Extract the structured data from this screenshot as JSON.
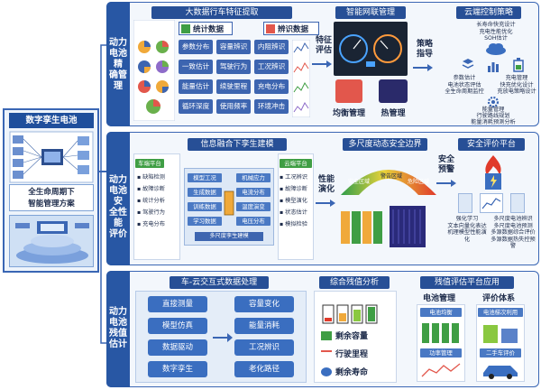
{
  "left": {
    "digital_twin": "数字孪生电池",
    "lifecycle": [
      "全生命周期下",
      "智能管理方案"
    ]
  },
  "row1": {
    "label": [
      "动力",
      "电池精",
      "确管理"
    ],
    "bigdata_title": "大数据行车特征提取",
    "stat_btn": "统计数据",
    "identify_btn": "辨识数据",
    "grid": [
      [
        "参数分布",
        "容量辨识",
        "内阻辨识"
      ],
      [
        "一致估计",
        "驾驶行为",
        "工况辨识"
      ],
      [
        "能量估计",
        "续驶里程",
        "充电分布"
      ],
      [
        "循环深度",
        "使用频率",
        "环境冲击"
      ]
    ],
    "feature_eval": [
      "特征",
      "评估"
    ],
    "smart_title": "智能网联管理",
    "balance": "均衡管理",
    "thermal": "热管理",
    "strategy_guide": [
      "策略",
      "指导"
    ],
    "cloud_title": "云端控制策略",
    "cloud_top": [
      "长寿命快充设计",
      "充电性能优化",
      "SOH估计"
    ],
    "cloud_left": [
      "参数估计",
      "电池状态评估",
      "全生命周期监控"
    ],
    "cloud_right": [
      "充电管理",
      "快充优化设计",
      "充放电策略设计"
    ],
    "cloud_bottom": [
      "能量管理",
      "行驶路线规划",
      "能量消耗预测分析"
    ]
  },
  "row2": {
    "label": [
      "动力",
      "电池安",
      "全性能",
      "评价"
    ],
    "fusion_title": "信息融合下孪生建模",
    "car_platform": "车端平台",
    "cloud_platform": "云端平台",
    "car_items": [
      "缺陷检测",
      "故障诊断",
      "统计分析",
      "驾驶行为",
      "充电分布"
    ],
    "mid_left": [
      "模型工况",
      "生成数据",
      "训练数据",
      "学习数据"
    ],
    "mid_right": [
      "机械应力",
      "电流分布",
      "温度演变",
      "电压分布"
    ],
    "cloud_items": [
      "工况辨识",
      "故障诊断",
      "模型演化",
      "状态估计",
      "模拟检验"
    ],
    "multi_model": "多尺度孪生建模",
    "performance_evo": [
      "性能",
      "演化"
    ],
    "multiscale_title": "多尺度动态安全边界",
    "safe_zone": "安全区域",
    "warn_zone": "警告区域",
    "danger_zone": "危险区域",
    "safety_warning": [
      "安全",
      "预警"
    ],
    "safety_title": "安全评价平台",
    "safety_notes": [
      "强化学习",
      "文本向量化表达",
      "机理模型性能演化",
      "多尺度电池辨识",
      "多尺度电池预测",
      "多源数据综合评价",
      "多源数据热失控预警"
    ]
  },
  "row3": {
    "label": [
      "动力",
      "电池",
      "残值",
      "估计"
    ],
    "cloud_title": "车-云交互式数据处理",
    "left_pills": [
      "直接测量",
      "模型仿真",
      "数据驱动",
      "数字孪生"
    ],
    "right_pills": [
      "容量变化",
      "能量消耗",
      "工况辨识",
      "老化路径"
    ],
    "residual_title": "综合残值分析",
    "residual_items": [
      "剩余容量",
      "行驶里程",
      "剩余寿命"
    ],
    "app_title": "残值评估平台应用",
    "mgmt": "电池管理",
    "eval_sys": "评价体系",
    "mgmt_tags": [
      "电池均衡",
      "功率管理"
    ],
    "eval_tags": [
      "电池梯次利用",
      "二手车评价"
    ]
  }
}
